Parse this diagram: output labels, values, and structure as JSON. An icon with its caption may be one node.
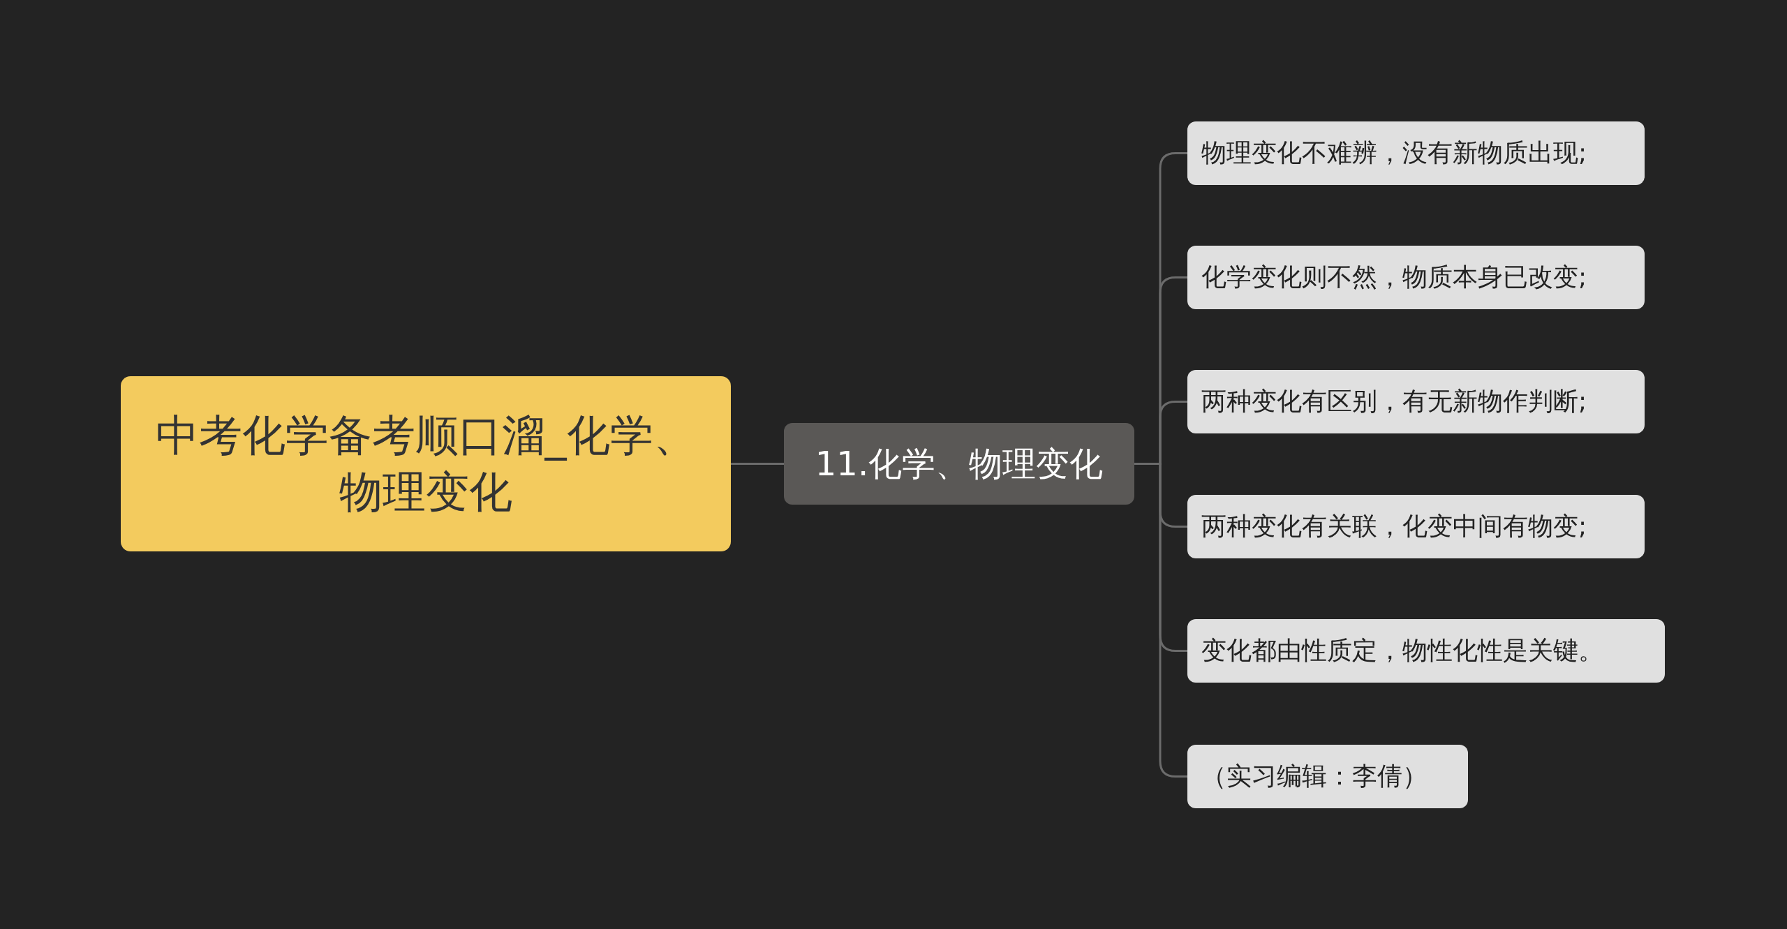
{
  "diagram": {
    "nodes": [
      {
        "text": [
          "中考化学备考顺口溜_化学、物理变化"
        ]
      },
      {
        "text": [
          "11.化学、物理变化"
        ]
      },
      {
        "text": [
          "物理变化不难辨，没有新物质出现;"
        ]
      },
      {
        "text": [
          "化学变化则不然，物质本身已改变;"
        ]
      },
      {
        "text": [
          "两种变化有区别，有无新物作判断;"
        ]
      },
      {
        "text": [
          "两种变化有关联，化变中间有物变;"
        ]
      },
      {
        "text": [
          "变化都由性质定，物性化性是关键。"
        ]
      },
      {
        "text": [
          "（实习编辑：李倩）"
        ]
      }
    ],
    "edges": [
      {
        "from": 0,
        "to": 1,
        "arrow": "none"
      },
      {
        "from": 1,
        "to": 2,
        "arrow": "none"
      },
      {
        "from": 1,
        "to": 3,
        "arrow": "none"
      },
      {
        "from": 1,
        "to": 4,
        "arrow": "none"
      },
      {
        "from": 1,
        "to": 5,
        "arrow": "none"
      },
      {
        "from": 1,
        "to": 6,
        "arrow": "none"
      },
      {
        "from": 1,
        "to": 7,
        "arrow": "none"
      }
    ]
  }
}
